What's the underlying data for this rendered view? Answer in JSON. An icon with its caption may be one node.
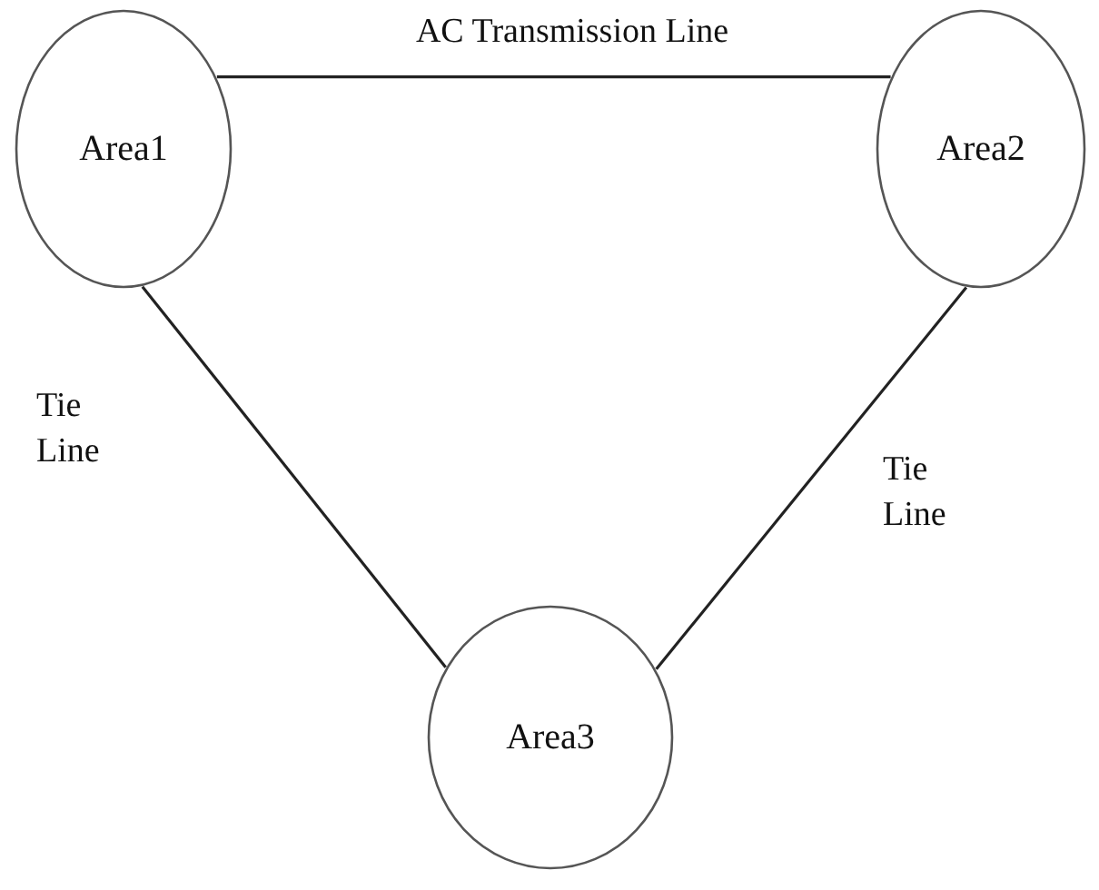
{
  "diagram": {
    "nodes": [
      {
        "text": [
          "Area1"
        ]
      },
      {
        "text": [
          "Area2"
        ]
      },
      {
        "text": [
          "Area3"
        ]
      }
    ],
    "edges": [
      {
        "from": 0,
        "to": 1,
        "arrow": "none",
        "label": "AC Transmission Line"
      },
      {
        "from": 0,
        "to": 2,
        "arrow": "none",
        "label": "Tie Line"
      },
      {
        "from": 1,
        "to": 2,
        "arrow": "none",
        "label": "Tie Line"
      }
    ]
  }
}
